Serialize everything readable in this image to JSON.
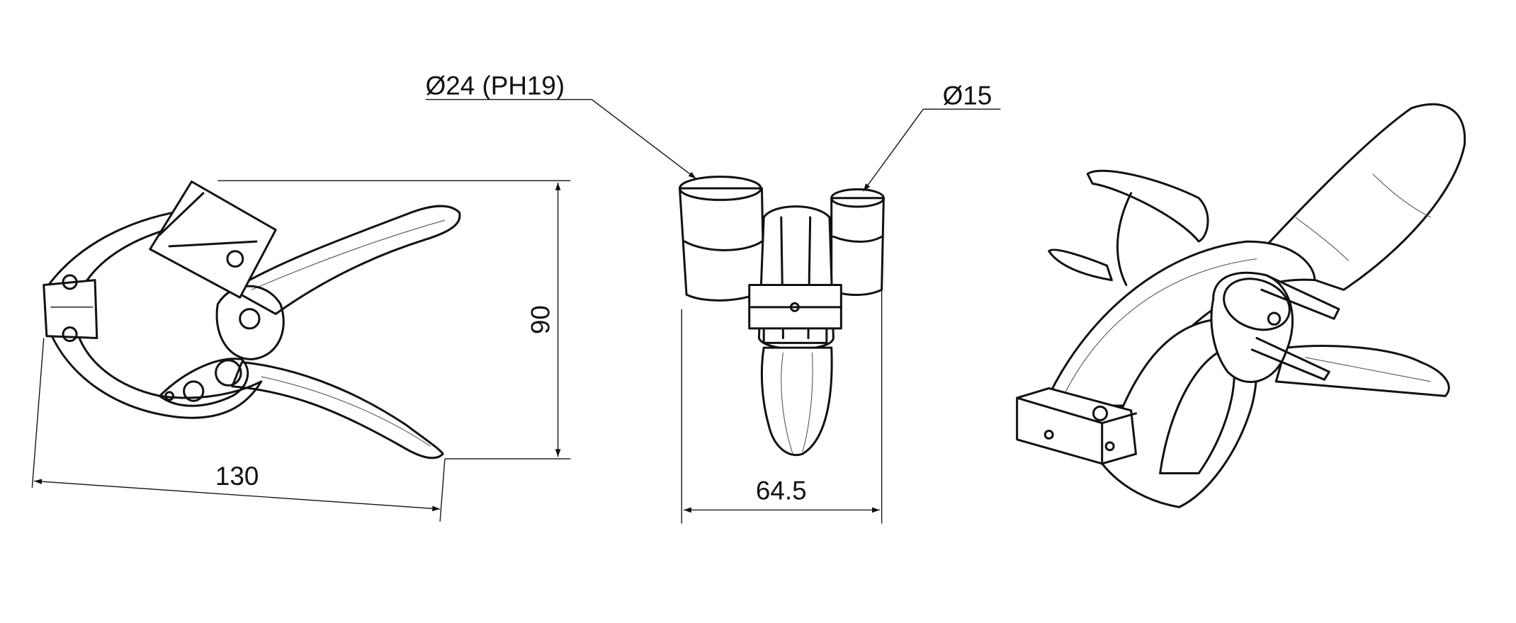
{
  "drawing": {
    "views": [
      "side-view",
      "front-view",
      "isometric-view"
    ],
    "annotations": {
      "large_diameter": "Ø24 (PH19)",
      "small_diameter": "Ø15",
      "height": "90",
      "length": "130",
      "width": "64.5"
    },
    "units_implied": "mm"
  }
}
